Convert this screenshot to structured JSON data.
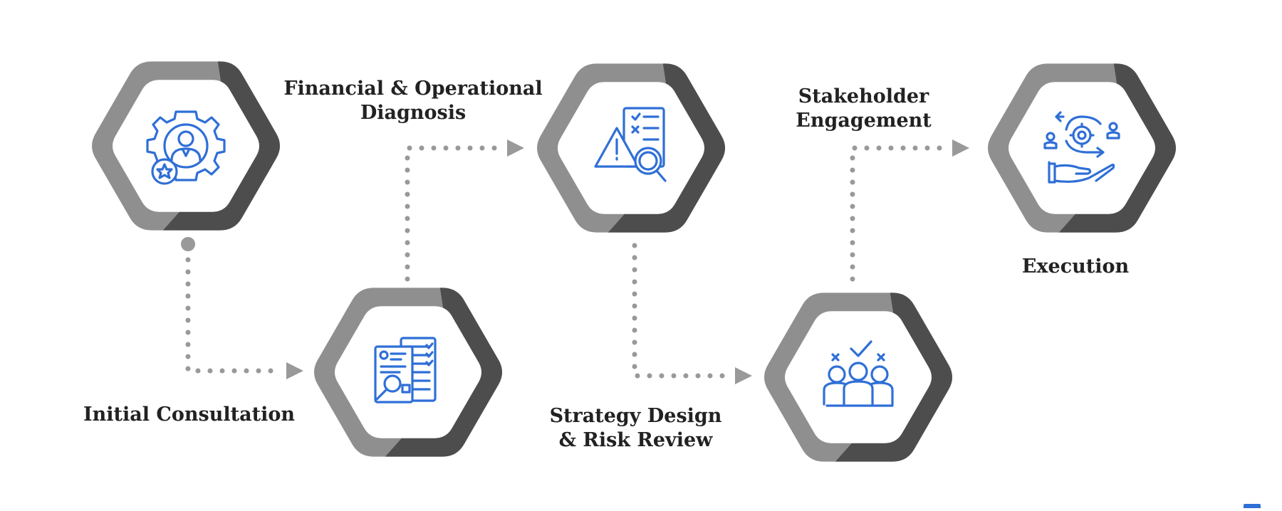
{
  "colors": {
    "hex_light": "#8f8f8f",
    "hex_dark": "#4d4d4d",
    "hex_inner": "#ffffff",
    "connector": "#999999",
    "icon": "#2f6fd6",
    "text": "#222222"
  },
  "steps": [
    {
      "label": "Initial Consultation",
      "icon": "gear-person-star-icon"
    },
    {
      "label": "Financial & Operational\nDiagnosis",
      "icon": "document-audit-search-icon"
    },
    {
      "label": "Strategy Design\n& Risk Review",
      "icon": "warning-checklist-search-icon"
    },
    {
      "label": "Stakeholder\nEngagement",
      "icon": "team-decision-icon"
    },
    {
      "label": "Execution",
      "icon": "process-handoff-hand-icon"
    }
  ]
}
